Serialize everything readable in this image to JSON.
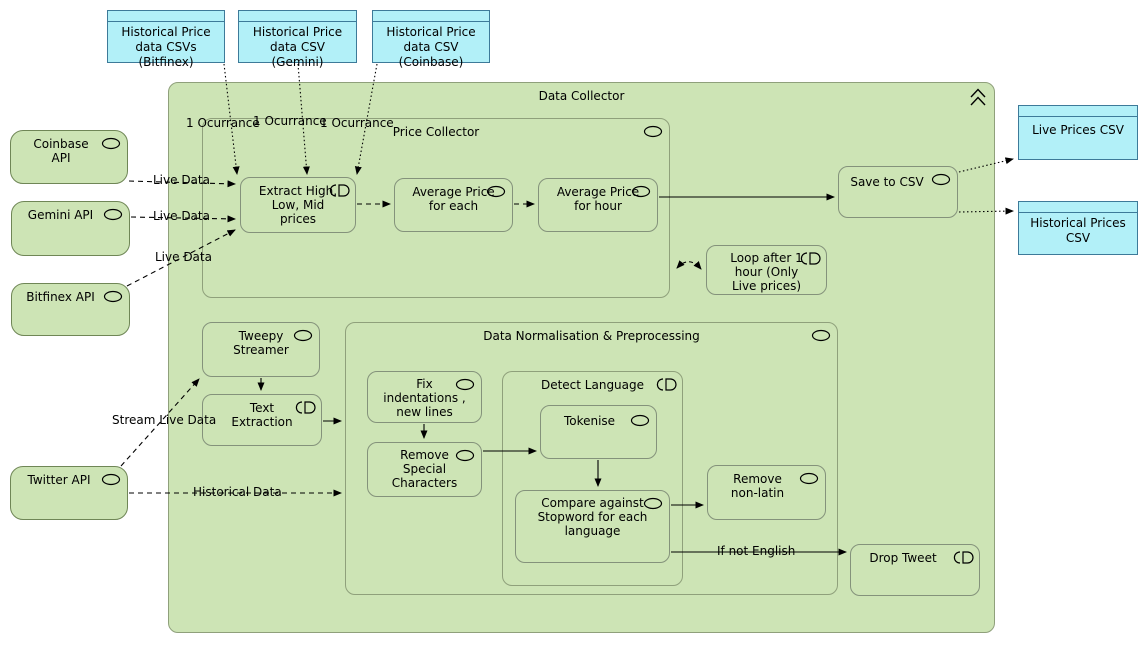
{
  "diagram": {
    "kind": "archimate-data-collector-diagram",
    "colors": {
      "node_green_fill": "#cde4b5",
      "node_green_border": "#84927b",
      "container_border": "#8fa07b",
      "source_border": "#6f8656",
      "artifact_cyan_fill": "#b2f0f8",
      "artifact_cyan_border": "#3d7a99",
      "line": "#000000",
      "text": "#000000"
    },
    "containers": {
      "data_collector": "Data Collector",
      "price_collector": "Price Collector",
      "normalisation": "Data Normalisation & Preprocessing",
      "detect_language": "Detect Language"
    },
    "sources": {
      "coinbase": "Coinbase API",
      "gemini": "Gemini API",
      "bitfinex": "Bitfinex API",
      "twitter": "Twitter API"
    },
    "artifacts": {
      "hist_bitfinex": "Historical Price data CSVs (Bitfinex)",
      "hist_gemini": "Historical Price data CSV (Gemini)",
      "hist_coinbase": "Historical Price data CSV (Coinbase)",
      "live_prices": "Live Prices CSV",
      "historical_prices": "Historical Prices CSV"
    },
    "processes": {
      "extract": "Extract High, Low, Mid prices",
      "avg_each": "Average Price for each",
      "avg_hour": "Average Price for hour",
      "save_csv": "Save to CSV",
      "loop": "Loop after 1 hour (Only Live prices)",
      "tweepy": "Tweepy Streamer",
      "text_extraction": "Text Extraction",
      "fix_indent": "Fix indentations , new lines",
      "remove_special": "Remove Special Characters",
      "tokenise": "Tokenise",
      "compare_stopword": "Compare against Stopword for each language",
      "remove_nonlatin": "Remove non-latin",
      "drop_tweet": "Drop Tweet"
    },
    "edge_labels": {
      "ocurrance_1": "1 Ocurrance",
      "ocurrance_2": "1 Ocurrance",
      "ocurrance_3": "1 Ocurrance",
      "live_data_1": "Live Data",
      "live_data_2": "Live Data",
      "live_data_3": "Live Data",
      "stream_live_data": "Stream Live Data",
      "historical_data": "Historical Data",
      "if_not_english": "If not English"
    },
    "icons": {
      "oval": "application-service-oval-icon",
      "split_pill": "application-interaction-icon",
      "chevrons": "double-chevron-icon"
    }
  }
}
